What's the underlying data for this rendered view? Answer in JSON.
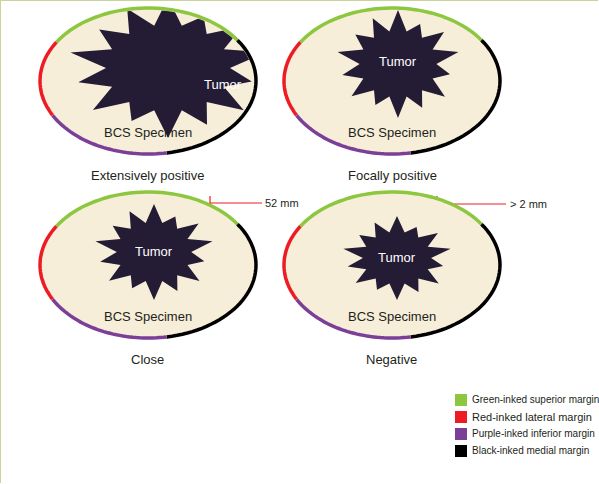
{
  "diagram": {
    "nodes": [
      {
        "text": [
          "BCS Specimen",
          "Extensively positive"
        ]
      },
      {
        "text": [
          "Tumor"
        ],
        "in": 0
      },
      {
        "text": [
          "BCS Specimen",
          "Focally positive"
        ]
      },
      {
        "text": [
          "Tumor"
        ],
        "in": 2
      },
      {
        "text": [
          "BCS Specimen",
          "Close"
        ]
      },
      {
        "text": [
          "Tumor"
        ],
        "in": 4
      },
      {
        "text": [
          "BCS Specimen",
          "Negative"
        ]
      },
      {
        "text": [
          "Tumor"
        ],
        "in": 6
      }
    ],
    "labels": [
      "52 mm",
      "> 2 mm"
    ],
    "legend": [
      {
        "text": "Green-inked superior margin",
        "color": "#8dc63f"
      },
      {
        "text": "Red-inked lateral margin",
        "color": "#ed1c24"
      },
      {
        "text": "Purple-inked inferior margin",
        "color": "#7b3f98"
      },
      {
        "text": "Black-inked medial margin",
        "color": "#000000"
      }
    ]
  }
}
